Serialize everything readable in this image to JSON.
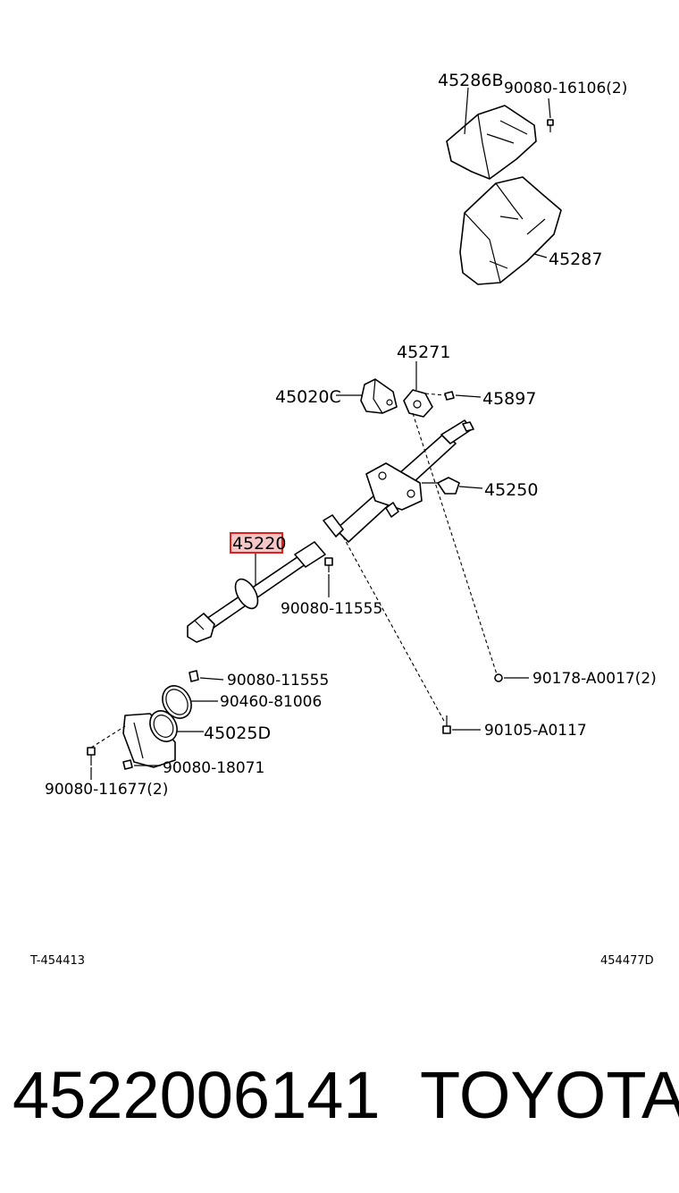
{
  "callouts": {
    "cover_upper": "45286B",
    "screw_cover": "90080-16106(2)",
    "cover_lower": "45287",
    "bracket_45271": "45271",
    "bracket_45020C": "45020C",
    "part_45897": "45897",
    "column_assy": "45250",
    "shaft_highlight": "45220",
    "bolt_center": "90080-11555",
    "nut_right": "90178-A0017(2)",
    "clip_left": "90080-11555",
    "ring": "90460-81006",
    "boot": "45025D",
    "bolt_right": "90105-A0117",
    "nut_bottom": "90080-18071",
    "bolt_left": "90080-11677(2)"
  },
  "corner_codes": {
    "left": "T-454413",
    "right": "454477D"
  },
  "footer": {
    "part_number": "4522006141",
    "brand": "TOYOTA"
  },
  "colors": {
    "highlight_border": "#e02020",
    "highlight_fill": "#f4c6c6"
  }
}
